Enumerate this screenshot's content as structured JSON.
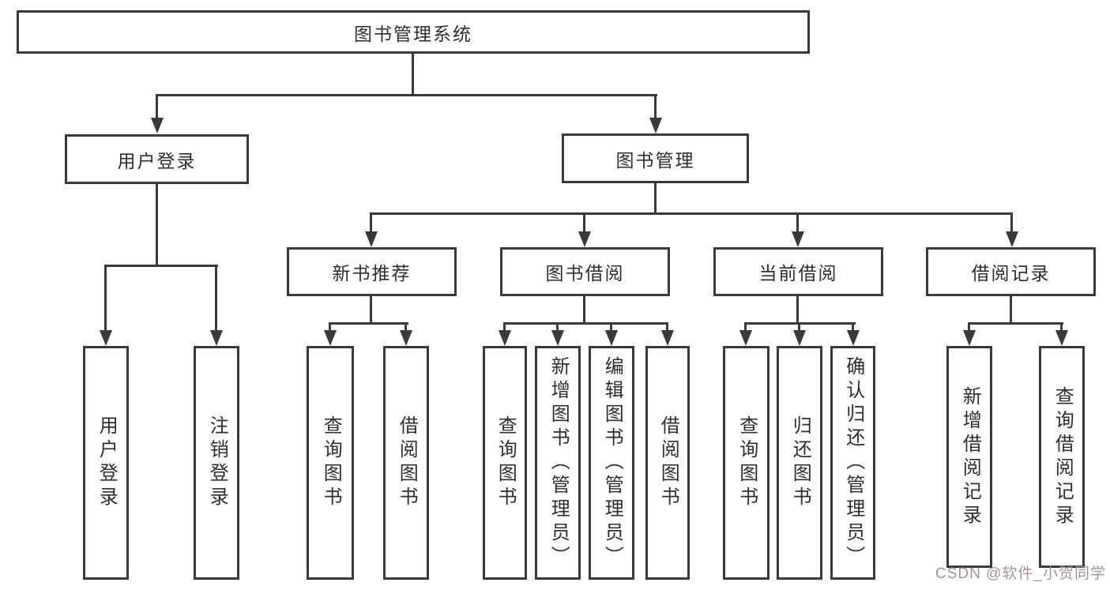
{
  "tree": {
    "label": "图书管理系统",
    "children": [
      {
        "label": "用户登录",
        "children": [
          {
            "label": "用户登录"
          },
          {
            "label": "注销登录"
          }
        ]
      },
      {
        "label": "图书管理",
        "children": [
          {
            "label": "新书推荐",
            "children": [
              {
                "label": "查询图书"
              },
              {
                "label": "借阅图书"
              }
            ]
          },
          {
            "label": "图书借阅",
            "children": [
              {
                "label": "查询图书"
              },
              {
                "label": "新增图书（管理员）"
              },
              {
                "label": "编辑图书（管理员）"
              },
              {
                "label": "借阅图书"
              }
            ]
          },
          {
            "label": "当前借阅",
            "children": [
              {
                "label": "查询图书"
              },
              {
                "label": "归还图书"
              },
              {
                "label": "确认归还（管理员）"
              }
            ]
          },
          {
            "label": "借阅记录",
            "children": [
              {
                "label": "新增借阅记录"
              },
              {
                "label": "查询借阅记录"
              }
            ]
          }
        ]
      }
    ]
  },
  "watermark": {
    "text": "CSDN @软件_小贺同学"
  },
  "colors": {
    "line": "#3a3a3a",
    "text": "#2e2e2e",
    "watermark": "#a29496",
    "background": "#ffffff"
  }
}
